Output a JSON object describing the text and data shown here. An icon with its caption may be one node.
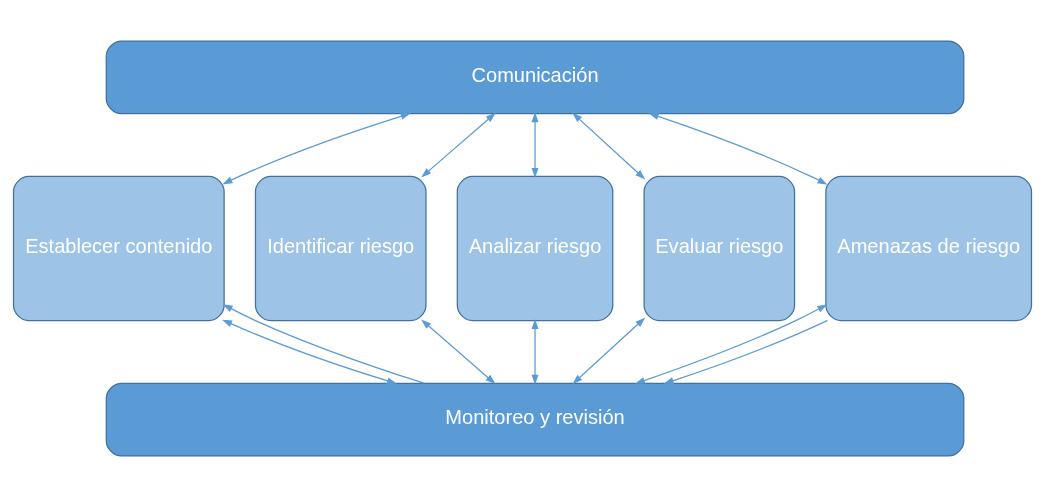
{
  "diagram": {
    "nodes": [
      {
        "text": [
          "Comunicación"
        ]
      },
      {
        "text": [
          "Establecer contenido"
        ]
      },
      {
        "text": [
          "Identificar riesgo"
        ]
      },
      {
        "text": [
          "Analizar riesgo"
        ]
      },
      {
        "text": [
          "Evaluar riesgo"
        ]
      },
      {
        "text": [
          "Amenazas de riesgo"
        ]
      },
      {
        "text": [
          "Monitoreo y revisión"
        ]
      }
    ],
    "edges": [
      {
        "from": 0,
        "to": 1,
        "arrow": "both"
      },
      {
        "from": 0,
        "to": 2,
        "arrow": "both"
      },
      {
        "from": 0,
        "to": 3,
        "arrow": "both"
      },
      {
        "from": 0,
        "to": 4,
        "arrow": "both"
      },
      {
        "from": 0,
        "to": 5,
        "arrow": "both"
      },
      {
        "from": 1,
        "to": 6,
        "arrow": "both"
      },
      {
        "from": 2,
        "to": 6,
        "arrow": "both"
      },
      {
        "from": 3,
        "to": 6,
        "arrow": "both"
      },
      {
        "from": 4,
        "to": 6,
        "arrow": "both"
      },
      {
        "from": 5,
        "to": 6,
        "arrow": "both"
      },
      {
        "from": 6,
        "to": 1,
        "arrow": "to"
      },
      {
        "from": 5,
        "to": 6,
        "arrow": "to"
      }
    ]
  }
}
